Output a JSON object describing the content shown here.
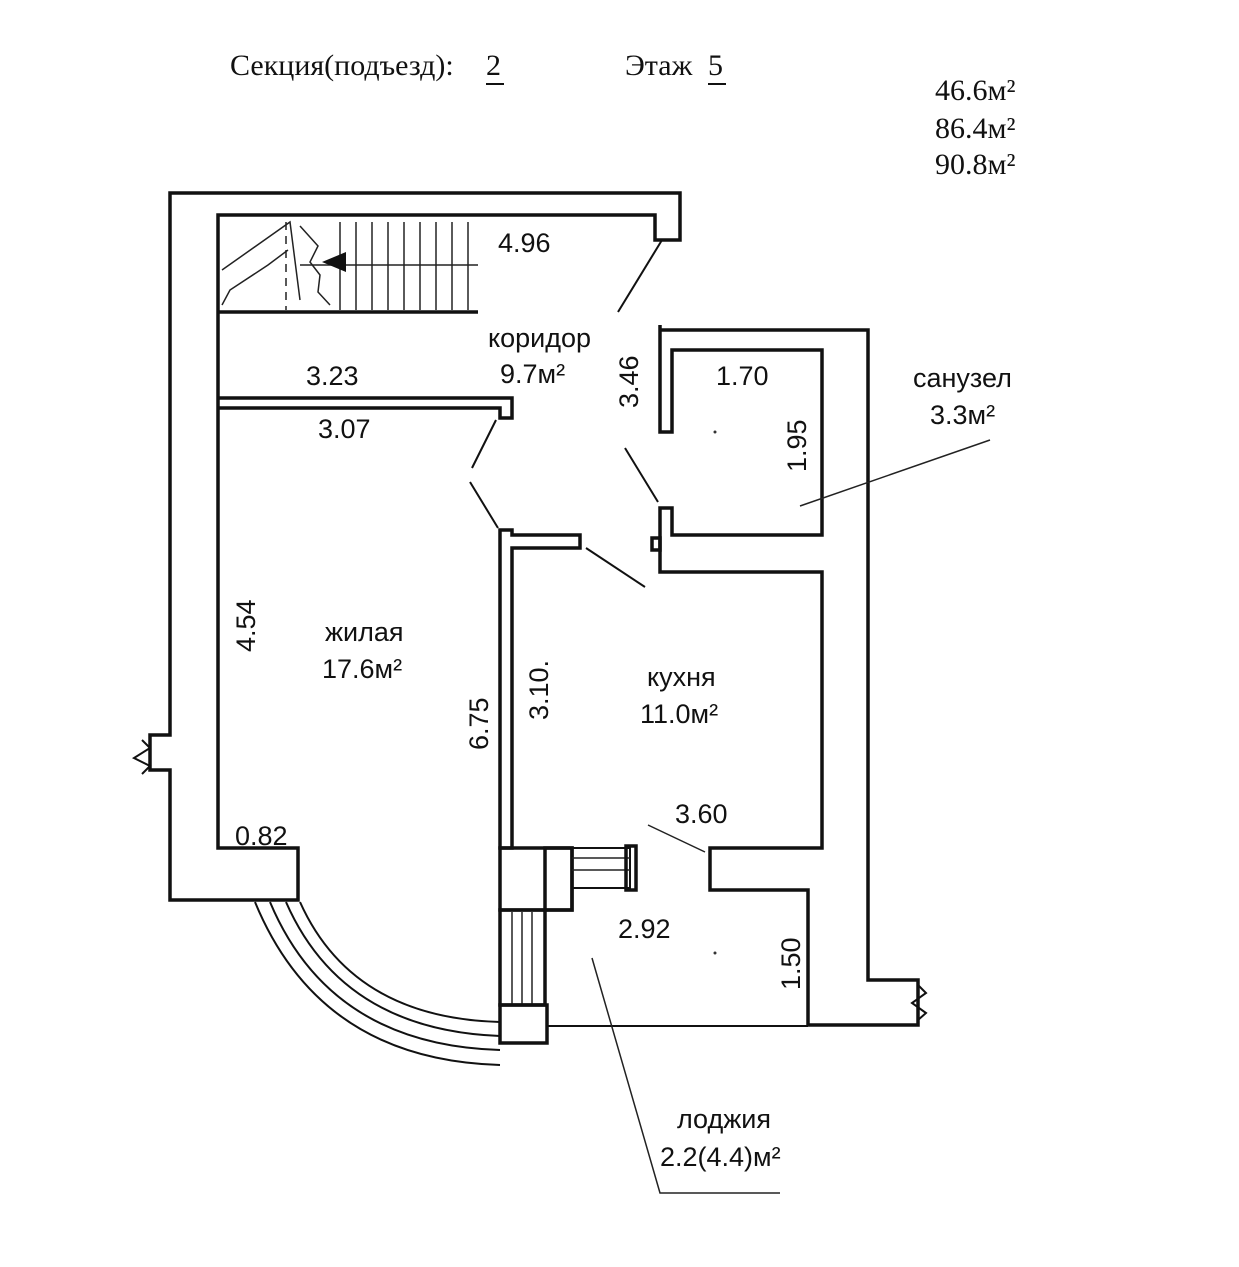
{
  "header": {
    "section_label": "Секция(подъезд):",
    "section_value": "2",
    "floor_label": "Этаж",
    "floor_value": "5"
  },
  "areas": {
    "living_total": "46.6м²",
    "total": "86.4м²",
    "total_with_loggia": "90.8м²"
  },
  "rooms": {
    "corridor": {
      "name": "коридор",
      "area": "9.7м²"
    },
    "bathroom": {
      "name": "санузел",
      "area": "3.3м²"
    },
    "living": {
      "name": "жилая",
      "area": "17.6м²"
    },
    "kitchen": {
      "name": "кухня",
      "area": "11.0м²"
    },
    "loggia": {
      "name": "лоджия",
      "area": "2.2(4.4)м²"
    }
  },
  "dimensions": {
    "d_4_96": "4.96",
    "d_3_46": "3.46",
    "d_3_23": "3.23",
    "d_3_07": "3.07",
    "d_1_70": "1.70",
    "d_1_95": "1.95",
    "d_4_54": "4.54",
    "d_6_75": "6.75",
    "d_3_10": "3.10.",
    "d_3_60": "3.60",
    "d_0_82": "0.82",
    "d_2_92": "2.92",
    "d_1_50": "1.50"
  }
}
